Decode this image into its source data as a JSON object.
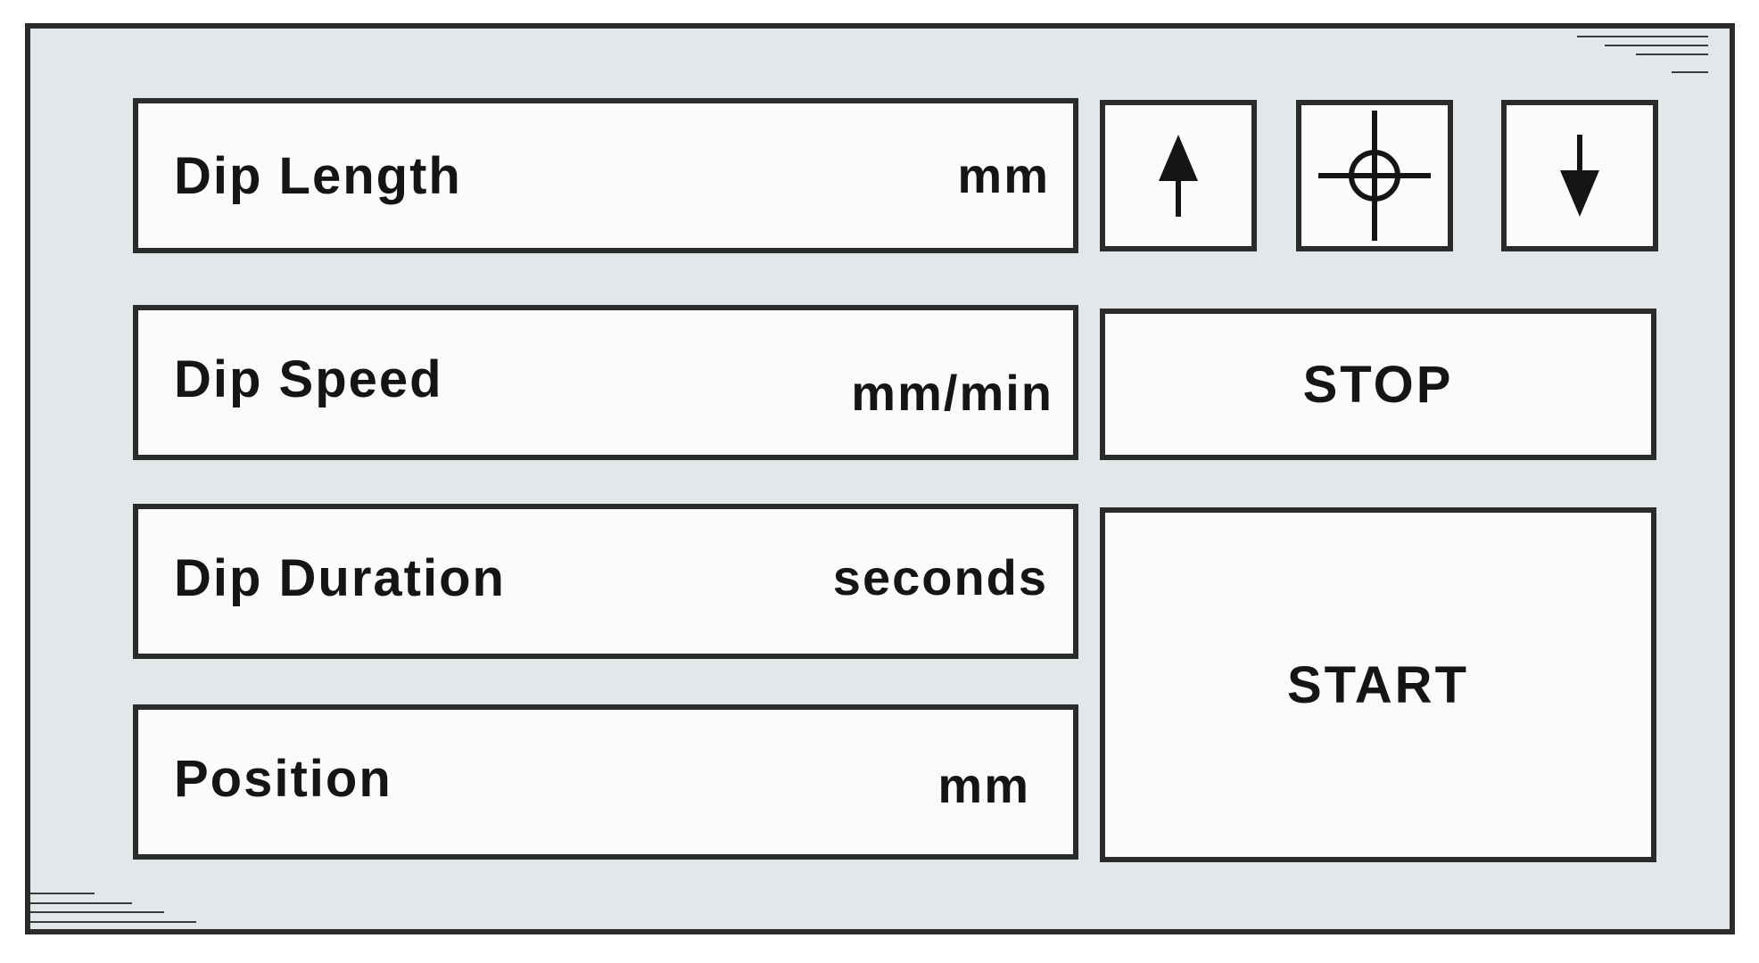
{
  "fields": [
    {
      "label": "Dip Length",
      "unit": "mm"
    },
    {
      "label": "Dip Speed",
      "unit": "mm/min"
    },
    {
      "label": "Dip Duration",
      "unit": "seconds"
    },
    {
      "label": "Position",
      "unit": "mm"
    }
  ],
  "controls": {
    "up_icon": "arrow-up-icon",
    "home_icon": "crosshair-icon",
    "down_icon": "arrow-down-icon",
    "stop_label": "STOP",
    "start_label": "START"
  },
  "colors": {
    "panel_background": "#e2e7ea",
    "field_background": "#fbfbfb",
    "border": "#2b2b2b",
    "text": "#151515"
  }
}
